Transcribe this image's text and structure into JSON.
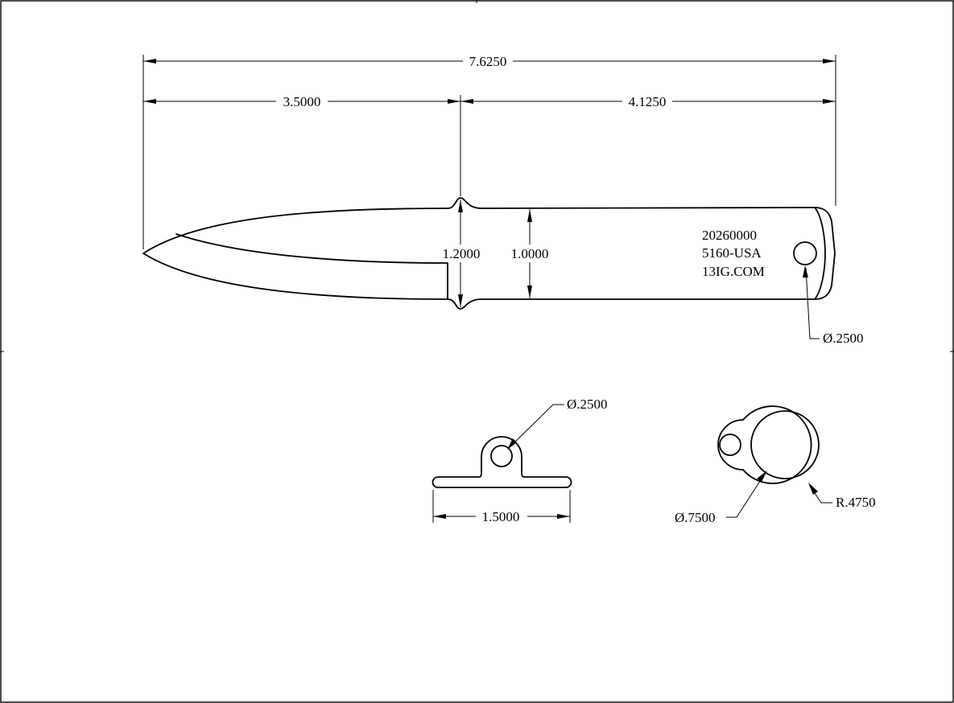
{
  "colors": {
    "line": "#000000",
    "paper": "#ffffff"
  },
  "blade": {
    "engraving": [
      "20260000",
      "5160-USA",
      "13IG.COM"
    ],
    "dimensions": {
      "overall_length": "7.6250",
      "blade_length": "3.5000",
      "handle_length": "4.1250",
      "guard_height": "1.2000",
      "handle_height": "1.0000",
      "lanyard_hole_diameter": "Ø.2500"
    }
  },
  "guard_view": {
    "dimensions": {
      "hole_diameter": "Ø.2500",
      "width": "1.5000"
    }
  },
  "ring_view": {
    "dimensions": {
      "bore_diameter": "Ø.7500",
      "outer_radius": "R.4750"
    }
  }
}
